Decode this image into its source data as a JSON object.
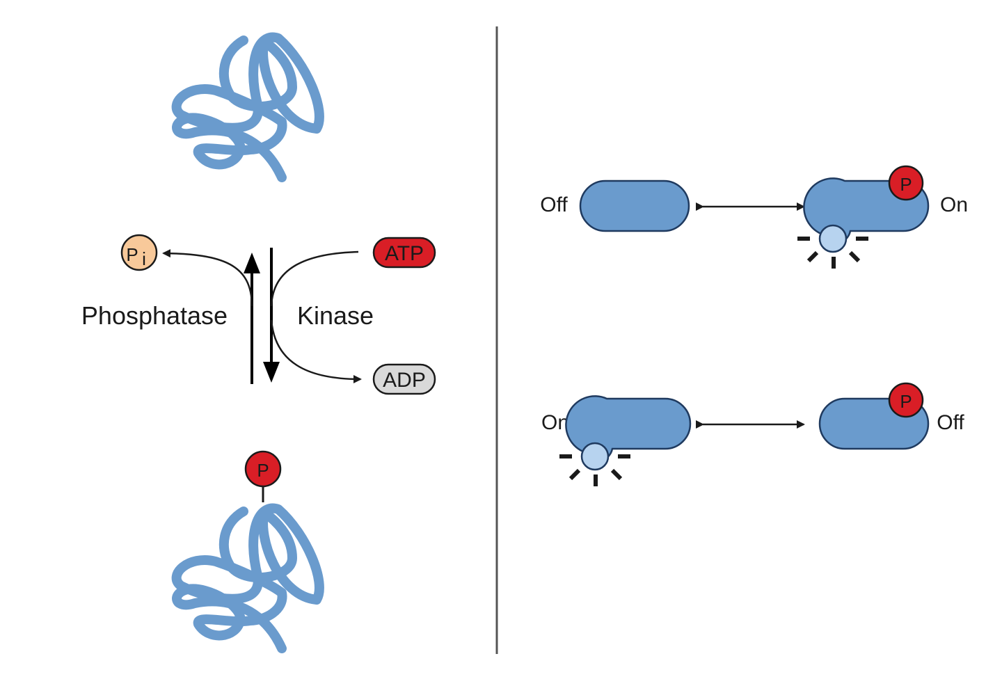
{
  "colors": {
    "protein": "#6a9bcd",
    "protein_dark": "#1f3a5f",
    "phosphate_red": "#d91e26",
    "pi_orange": "#f8c99a",
    "adp_gray": "#d9d9d9",
    "active_site": "#b7d3ef",
    "divider": "#555555"
  },
  "left_panel": {
    "enzyme_labels": {
      "phosphatase": "Phosphatase",
      "kinase": "Kinase"
    },
    "molecules": {
      "atp": "ATP",
      "adp": "ADP",
      "pi_main": "P",
      "pi_sub": "i"
    },
    "phospho_tag": "P"
  },
  "right_panel": {
    "row_top": {
      "left_state": "Off",
      "right_state": "On",
      "right_tag": "P"
    },
    "row_bottom": {
      "left_state": "On",
      "right_state": "Off",
      "right_tag": "P"
    }
  }
}
